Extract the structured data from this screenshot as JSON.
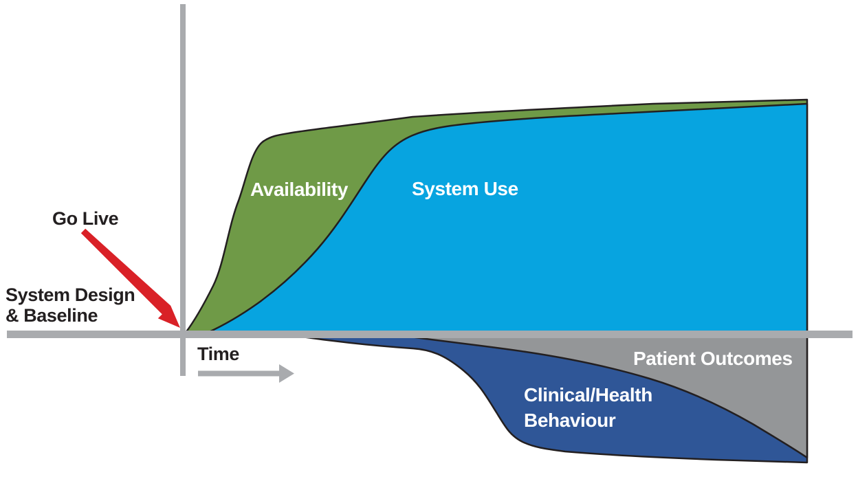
{
  "diagram": {
    "axis": {
      "x_label": "Time"
    },
    "annotations": {
      "go_live": "Go Live",
      "baseline_line1": "System Design",
      "baseline_line2": "& Baseline"
    },
    "regions": {
      "availability": {
        "label": "Availability",
        "color": "#6F9A47"
      },
      "system_use": {
        "label": "System Use",
        "color": "#07A4E0"
      },
      "clinical_behaviour": {
        "label_line1": "Clinical/Health",
        "label_line2": "Behaviour",
        "color": "#2F5697"
      },
      "patient_outcomes": {
        "label": "Patient Outcomes",
        "color": "#949698"
      }
    },
    "colors": {
      "axis_gray": "#A9ABAE",
      "arrow_red": "#D92127",
      "outline_black": "#231F20",
      "label_white": "#FFFFFF"
    }
  }
}
